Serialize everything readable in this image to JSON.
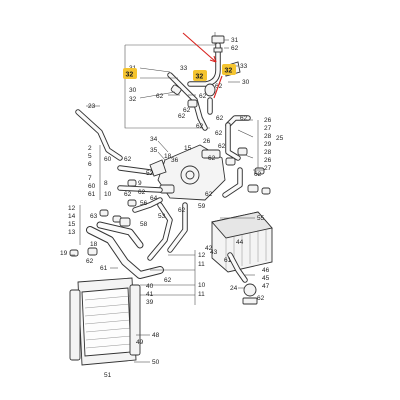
{
  "diagram": {
    "highlight_color": "#f4c430",
    "arrow_color": "#d8231f",
    "highlighted_labels": [
      "32",
      "32",
      "32"
    ],
    "callouts": {
      "top_right": [
        "31",
        "62",
        "33",
        "30"
      ],
      "upper_mid": [
        "31",
        "33",
        "30",
        "62",
        "62",
        "62",
        "62",
        "62",
        "62",
        "32",
        "62"
      ],
      "left_mid": [
        "23",
        "34",
        "35",
        "2",
        "5",
        "6",
        "60",
        "62",
        "7",
        "60",
        "61",
        "8",
        "9",
        "62",
        "10",
        "62"
      ],
      "left_lower": [
        "12",
        "14",
        "15",
        "13",
        "63",
        "19",
        "18",
        "61",
        "62"
      ],
      "center": [
        "52",
        "56",
        "64",
        "53",
        "62",
        "58",
        "26",
        "62",
        "62",
        "62",
        "15",
        "18",
        "36",
        "59"
      ],
      "right_upper": [
        "25",
        "26",
        "27",
        "28",
        "29",
        "28",
        "26",
        "27",
        "62",
        "62",
        "62"
      ],
      "right_lower": [
        "55",
        "42",
        "44",
        "43",
        "46",
        "45",
        "24",
        "47",
        "62",
        "61"
      ],
      "bottom": [
        "12",
        "11",
        "10",
        "11",
        "48",
        "49",
        "50",
        "51",
        "62",
        "40",
        "41",
        "39"
      ]
    }
  }
}
